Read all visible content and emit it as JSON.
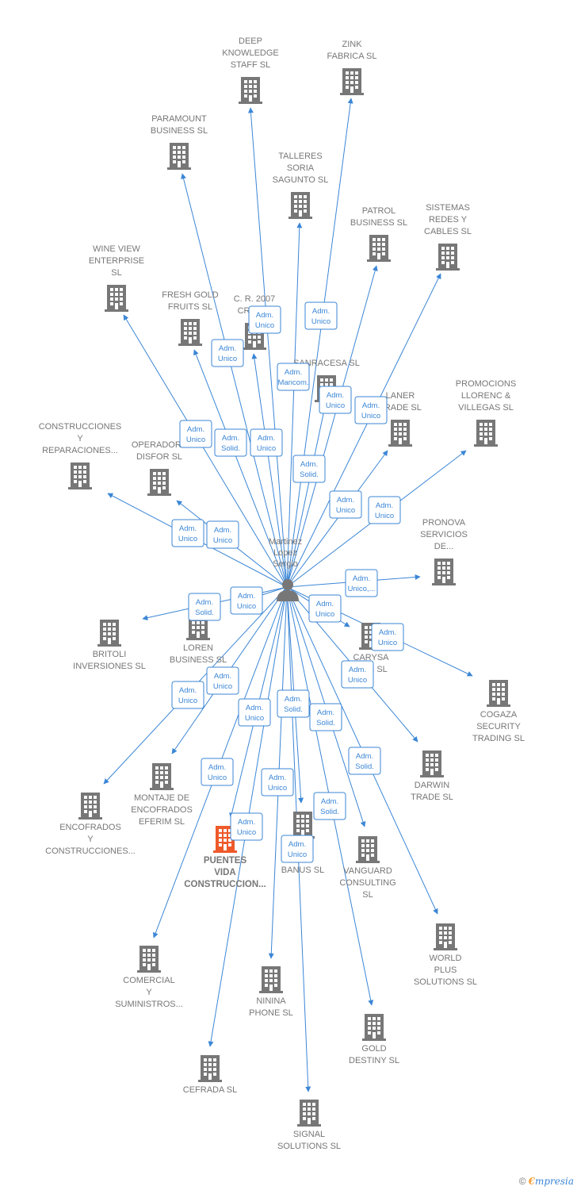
{
  "center": {
    "label": [
      "Martinez",
      "Lopez",
      "Sergio"
    ],
    "icon": "person-icon"
  },
  "colors": {
    "edge": "#3b86d6",
    "building": "#777777",
    "highlight": "#ee5a2a"
  },
  "nodes": [
    {
      "id": "deep",
      "label": [
        "DEEP",
        "KNOWLEDGE",
        "STAFF SL"
      ]
    },
    {
      "id": "zink",
      "label": [
        "ZINK",
        "FABRICA SL"
      ]
    },
    {
      "id": "paramount",
      "label": [
        "PARAMOUNT",
        "BUSINESS SL"
      ]
    },
    {
      "id": "talleres",
      "label": [
        "TALLERES",
        "SORIA",
        "SAGUNTO SL"
      ]
    },
    {
      "id": "patrol",
      "label": [
        "PATROL",
        "BUSINESS SL"
      ]
    },
    {
      "id": "sistemas",
      "label": [
        "SISTEMAS",
        "REDES Y",
        "CABLES SL"
      ]
    },
    {
      "id": "wine",
      "label": [
        "WINE VIEW",
        "ENTERPRISE",
        "SL"
      ]
    },
    {
      "id": "freshgold",
      "label": [
        "FRESH GOLD",
        "FRUITS SL"
      ]
    },
    {
      "id": "cr2007",
      "label": [
        "C. R. 2007",
        "CREIX..."
      ]
    },
    {
      "id": "sanracesa",
      "label": [
        "SANRACESA SL"
      ]
    },
    {
      "id": "laner",
      "label": [
        "LANER",
        "TRADE SL"
      ]
    },
    {
      "id": "promociones",
      "label": [
        "PROMOCIONS",
        "LLORENC &",
        "VILLEGAS SL"
      ]
    },
    {
      "id": "construcciones",
      "label": [
        "CONSTRUCCIONES",
        "Y",
        "REPARACIONES..."
      ]
    },
    {
      "id": "operadora",
      "label": [
        "OPERADORA",
        "DISFOR SL"
      ]
    },
    {
      "id": "pronova",
      "label": [
        "PRONOVA",
        "SERVICIOS",
        "DE..."
      ]
    },
    {
      "id": "britoli",
      "label": [
        "BRITOLI",
        "INVERSIONES SL"
      ]
    },
    {
      "id": "loren",
      "label": [
        "LOREN",
        "BUSINESS SL"
      ]
    },
    {
      "id": "carysa",
      "label": [
        "CARYSA",
        "...OS SL"
      ]
    },
    {
      "id": "cogaza",
      "label": [
        "COGAZA",
        "SECURITY",
        "TRADING SL"
      ]
    },
    {
      "id": "montaje",
      "label": [
        "MONTAJE DE",
        "ENCOFRADOS",
        "EFERIM SL"
      ]
    },
    {
      "id": "darwin",
      "label": [
        "DARWIN",
        "TRADE SL"
      ]
    },
    {
      "id": "encofrados",
      "label": [
        "ENCOFRADOS",
        "Y",
        "CONSTRUCCIONES..."
      ]
    },
    {
      "id": "puentes",
      "label": [
        "PUENTES",
        "VIDA",
        "CONSTRUCCION..."
      ],
      "highlight": true
    },
    {
      "id": "banus",
      "label": [
        "...AR",
        "...O",
        "BANUS SL"
      ]
    },
    {
      "id": "vanguard",
      "label": [
        "VANGUARD",
        "CONSULTING",
        "SL"
      ]
    },
    {
      "id": "worldplus",
      "label": [
        "WORLD",
        "PLUS",
        "SOLUTIONS SL"
      ]
    },
    {
      "id": "comercial",
      "label": [
        "COMERCIAL",
        "Y",
        "SUMINISTROS..."
      ]
    },
    {
      "id": "ninina",
      "label": [
        "NININA",
        "PHONE SL"
      ]
    },
    {
      "id": "golddestiny",
      "label": [
        "GOLD",
        "DESTINY SL"
      ]
    },
    {
      "id": "cefrada",
      "label": [
        "CEFRADA SL"
      ]
    },
    {
      "id": "signal",
      "label": [
        "SIGNAL",
        "SOLUTIONS SL"
      ]
    }
  ],
  "edges": [
    {
      "to": "deep",
      "role": [
        "Adm.",
        "Unico"
      ]
    },
    {
      "to": "zink",
      "role": [
        "Adm.",
        "Unico"
      ]
    },
    {
      "to": "paramount",
      "role": [
        "Adm.",
        "Unico"
      ]
    },
    {
      "to": "talleres",
      "role": [
        "Adm.",
        "Solid."
      ]
    },
    {
      "to": "patrol",
      "role": [
        "Adm.",
        "Unico"
      ]
    },
    {
      "to": "sistemas",
      "role": [
        "Adm.",
        "Unico"
      ]
    },
    {
      "to": "wine",
      "role": [
        "Adm.",
        "Unico"
      ]
    },
    {
      "to": "freshgold",
      "role": [
        "Adm.",
        "Solid."
      ]
    },
    {
      "to": "cr2007",
      "role": [
        "Adm.",
        "Unico"
      ]
    },
    {
      "to": "sanracesa",
      "role": [
        "Adm.",
        "Mancom."
      ]
    },
    {
      "to": "laner",
      "role": [
        "Adm.",
        "Unico"
      ]
    },
    {
      "to": "promociones",
      "role": [
        "Adm.",
        "Unico"
      ]
    },
    {
      "to": "construcciones",
      "role": [
        "Adm.",
        "Unico"
      ]
    },
    {
      "to": "operadora",
      "role": [
        "Adm.",
        "Unico"
      ]
    },
    {
      "to": "pronova",
      "role": [
        "Adm.",
        "Unico,..."
      ]
    },
    {
      "to": "britoli",
      "role": [
        "Adm.",
        "Solid."
      ]
    },
    {
      "to": "loren",
      "role": [
        "Adm.",
        "Unico"
      ]
    },
    {
      "to": "carysa",
      "role": [
        "Adm.",
        "Unico"
      ]
    },
    {
      "to": "cogaza",
      "role": [
        "Adm.",
        "Unico"
      ]
    },
    {
      "to": "montaje",
      "role": [
        "Adm.",
        "Unico"
      ]
    },
    {
      "to": "darwin",
      "role": [
        "Adm.",
        "Unico"
      ]
    },
    {
      "to": "encofrados",
      "role": [
        "Adm.",
        "Unico"
      ]
    },
    {
      "to": "puentes",
      "role": [
        "Adm.",
        "Unico"
      ]
    },
    {
      "to": "banus",
      "role": [
        "Adm.",
        "Solid."
      ]
    },
    {
      "to": "vanguard",
      "role": [
        "Adm.",
        "Solid."
      ]
    },
    {
      "to": "worldplus",
      "role": [
        "Adm.",
        "Solid."
      ]
    },
    {
      "to": "comercial",
      "role": [
        "Adm.",
        "Unico"
      ]
    },
    {
      "to": "ninina",
      "role": [
        "Adm.",
        "Unico"
      ]
    },
    {
      "to": "golddestiny",
      "role": [
        "Adm.",
        "Solid."
      ]
    },
    {
      "to": "cefrada",
      "role": [
        "Adm.",
        "Unico"
      ]
    },
    {
      "to": "signal",
      "role": [
        "Adm.",
        "Unico"
      ]
    }
  ],
  "footer": {
    "copyright": "©",
    "brand_initial": "€",
    "brand_rest": "mpresia"
  }
}
